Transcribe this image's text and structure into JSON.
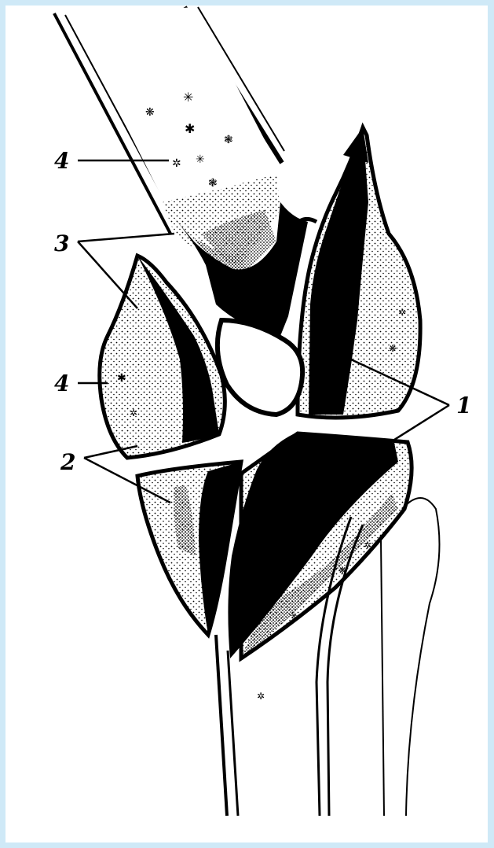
{
  "colors": {
    "border": "#cfe9f7",
    "paper": "#ffffff",
    "ink": "#000000"
  },
  "labels": {
    "femur_medullary": "4",
    "ossification_nuclei": "3",
    "patella_medullary": "4",
    "articular_cartilage": "2",
    "joint_space": "1"
  }
}
